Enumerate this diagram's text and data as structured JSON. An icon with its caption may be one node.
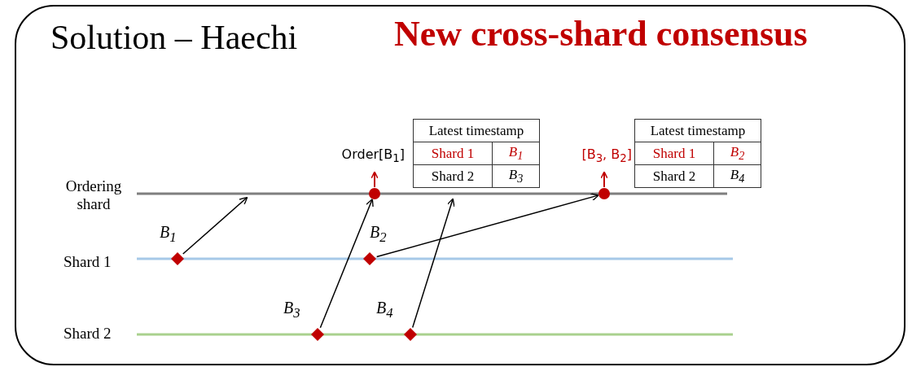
{
  "diagram": {
    "title": "Solution – Haechi",
    "nodes": [
      {
        "text": [],
        "shape": "diamond",
        "beside": [
          "B$_{1}$"
        ]
      },
      {
        "text": [],
        "shape": "diamond",
        "beside": [
          "B$_{3}$"
        ]
      },
      {
        "text": [],
        "shape": "diamond",
        "beside": [
          "B$_{2}$"
        ]
      },
      {
        "text": [],
        "shape": "circle",
        "beside": [
          "Order[B$_{1}$]"
        ]
      },
      {
        "text": [],
        "shape": "diamond",
        "beside": [
          "B$_{4}$"
        ]
      },
      {
        "text": [],
        "shape": "circle",
        "beside": [
          "[B$_{3}$, B$_{2}$]"
        ]
      }
    ],
    "edges": [
      {
        "from": 0,
        "to": null,
        "arrow": "to"
      },
      {
        "from": 1,
        "to": 3,
        "arrow": "to"
      },
      {
        "from": 4,
        "to": null,
        "arrow": "to"
      },
      {
        "from": 2,
        "to": 5,
        "arrow": "to"
      }
    ],
    "labels": [
      "New cross-shard consensus",
      "Ordering shard",
      "Shard 1",
      "Shard 2",
      "Latest timestamp",
      "Shard 1",
      "B$_{1}$",
      "Shard 2",
      "B$_{3}$",
      "Latest timestamp",
      "Shard 1",
      "B$_{2}$",
      "Shard 2",
      "B$_{4}$"
    ]
  }
}
